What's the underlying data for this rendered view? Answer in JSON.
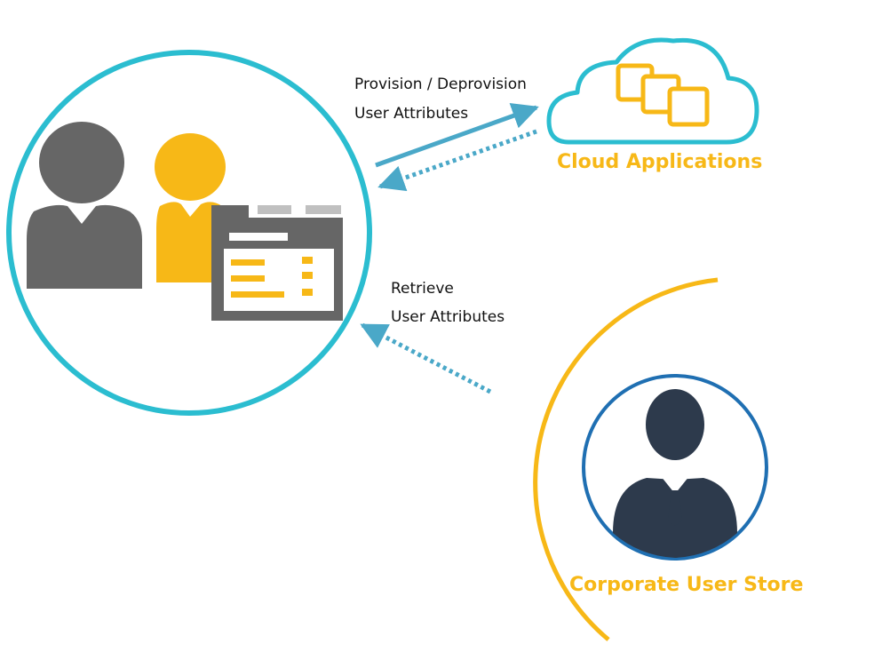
{
  "labels": {
    "provision_line1": "Provision / Deprovision",
    "provision_line2": "User Attributes",
    "retrieve_line1": "Retrieve",
    "retrieve_line2": "User Attributes"
  },
  "nodes": {
    "cloud_title": "Cloud Applications",
    "store_title": "Corporate User Store"
  },
  "colors": {
    "teal": "#2bbdd0",
    "arrow_blue": "#4aa8c8",
    "orange": "#f7b817",
    "gray": "#666666",
    "light_gray": "#c0c0c0",
    "navy": "#2d3a4c",
    "store_ring": "#1f6fb2"
  },
  "icons": {
    "main_node": "users-and-directory-icon",
    "cloud_node": "cloud-apps-icon",
    "store_node": "business-person-icon"
  }
}
